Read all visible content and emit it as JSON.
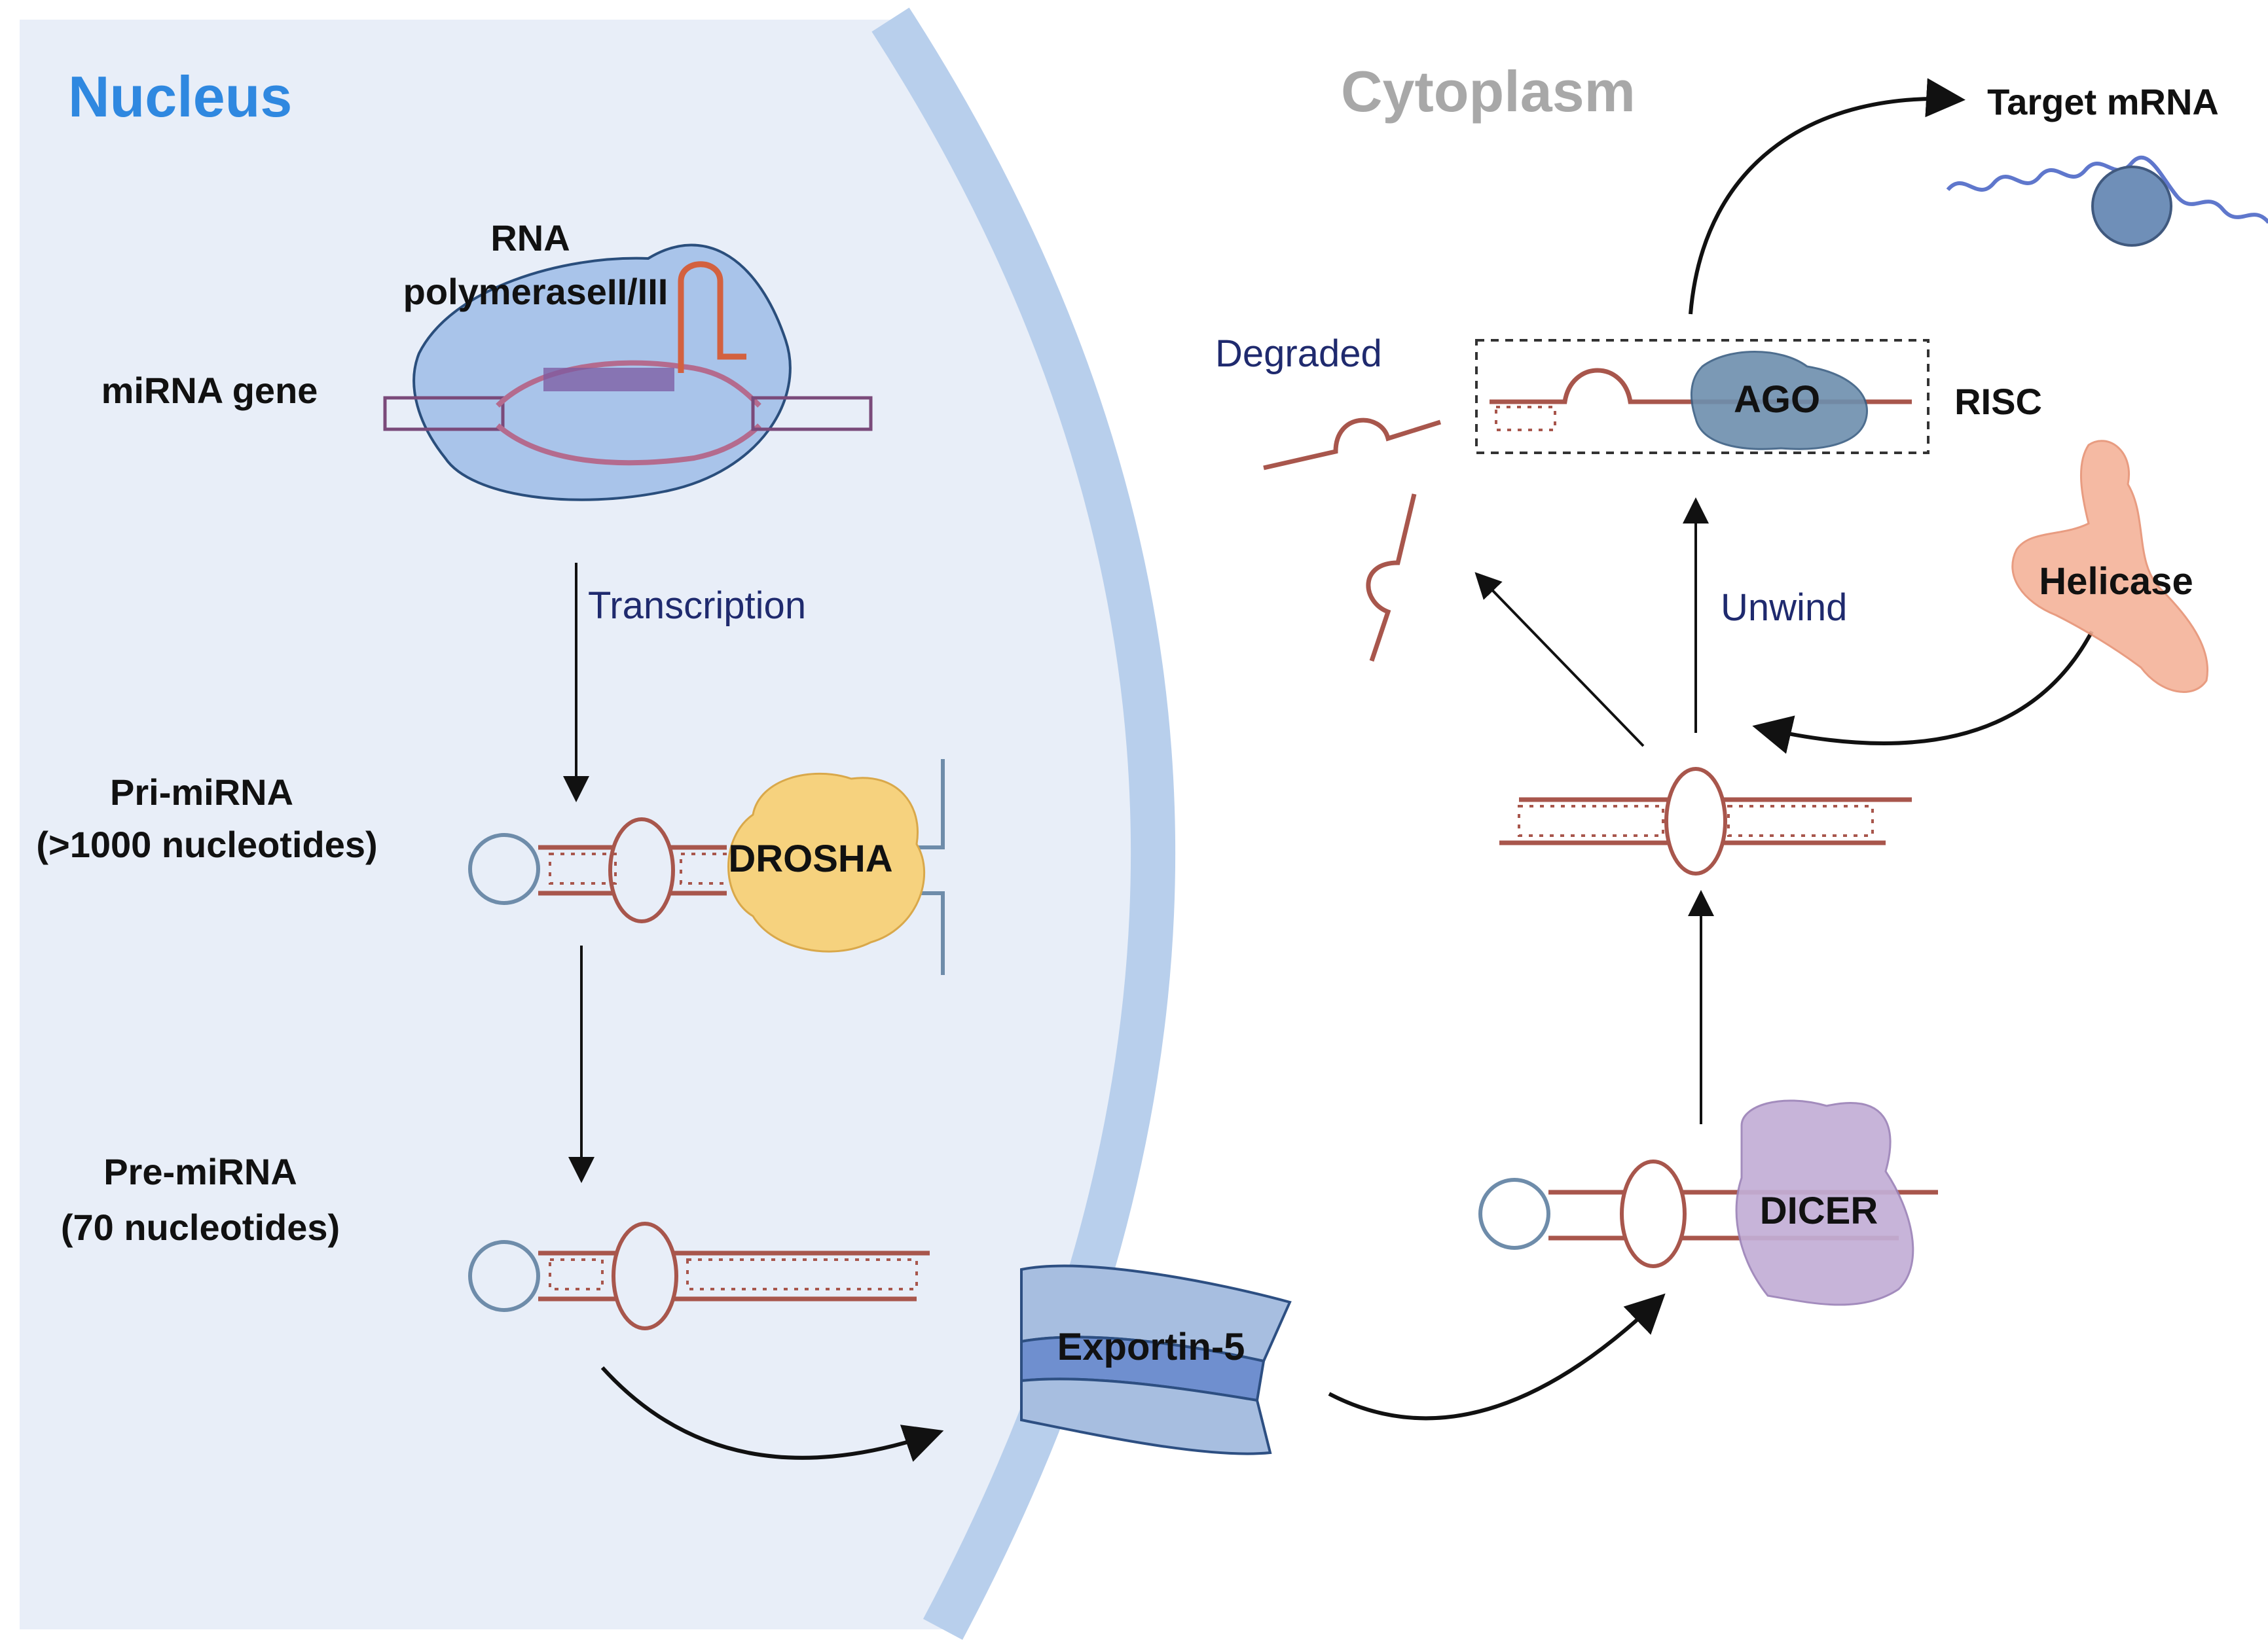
{
  "regions": {
    "nucleus": "Nucleus",
    "cytoplasm": "Cytoplasm"
  },
  "labels": {
    "rna_pol_line1": "RNA",
    "rna_pol_line2": "polymeraseII/III",
    "mirna_gene": "miRNA gene",
    "pri_line1": "Pri-miRNA",
    "pri_line2": "(>1000 nucleotides)",
    "pre_line1": "Pre-miRNA",
    "pre_line2": "(70 nucleotides)",
    "target_mrna": "Target mRNA",
    "risc": "RISC"
  },
  "steps": {
    "transcription": "Transcription",
    "degraded": "Degraded",
    "unwind": "Unwind"
  },
  "proteins": {
    "drosha": "DROSHA",
    "exportin": "Exportin-5",
    "dicer": "DICER",
    "ago": "AGO",
    "helicase": "Helicase"
  },
  "colors": {
    "nucleus_fill": "#e8eef8",
    "membrane": "#b8cfec",
    "nucleus_title": "#2f88e0",
    "cytoplasm_title": "#a8a8a8",
    "rna_red": "#a8564c",
    "loop_blue": "#6e8caa",
    "step_text": "#1f2a6e",
    "drosha": "#f6d27e",
    "dicer": "#c3aed6",
    "ago": "#6d8fae",
    "helicase": "#f5b39a",
    "exportin": "#a7bee0"
  }
}
